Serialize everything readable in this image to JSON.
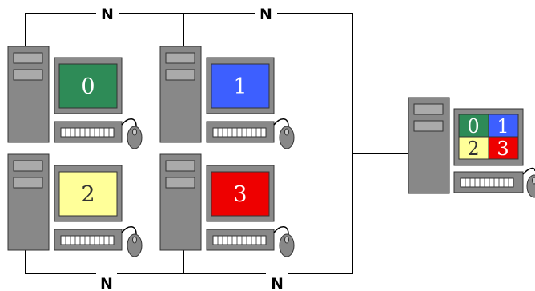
{
  "network": {
    "top_left_label": "N",
    "top_right_label": "N",
    "bottom_left_label": "N",
    "bottom_right_label": "N"
  },
  "computers": [
    {
      "label": "0",
      "screen_color": "#2e8b57",
      "text_color": "#ffffff"
    },
    {
      "label": "1",
      "screen_color": "#3d5fff",
      "text_color": "#ffffff"
    },
    {
      "label": "2",
      "screen_color": "#ffff99",
      "text_color": "#333333"
    },
    {
      "label": "3",
      "screen_color": "#ee0000",
      "text_color": "#ffffff"
    }
  ],
  "display_computer": {
    "tiles": [
      {
        "label": "0",
        "color": "#2e8b57",
        "text_color": "#ffffff"
      },
      {
        "label": "1",
        "color": "#3d5fff",
        "text_color": "#ffffff"
      },
      {
        "label": "2",
        "color": "#ffff99",
        "text_color": "#333333"
      },
      {
        "label": "3",
        "color": "#ee0000",
        "text_color": "#ffffff"
      }
    ]
  },
  "hardware_colors": {
    "case": "#888888",
    "case_dark": "#444444",
    "bezel": "#8a8a8a",
    "keyboard": "#888888",
    "key": "#ffffff",
    "line": "#000000"
  }
}
